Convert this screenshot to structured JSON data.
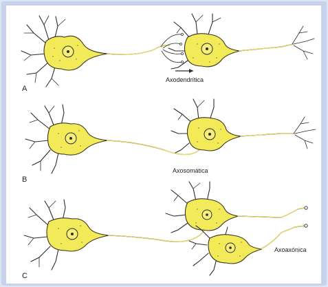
{
  "panels": [
    {
      "id": "A",
      "letter": "A",
      "caption": "Axodendrítica"
    },
    {
      "id": "B",
      "letter": "B",
      "caption": "Axosomática"
    },
    {
      "id": "C",
      "letter": "C",
      "caption": "Axoaxónica"
    }
  ],
  "colors": {
    "soma_fill": "#f2ea59",
    "outline": "#2b2b2b",
    "frame": "#c7d3ec"
  }
}
